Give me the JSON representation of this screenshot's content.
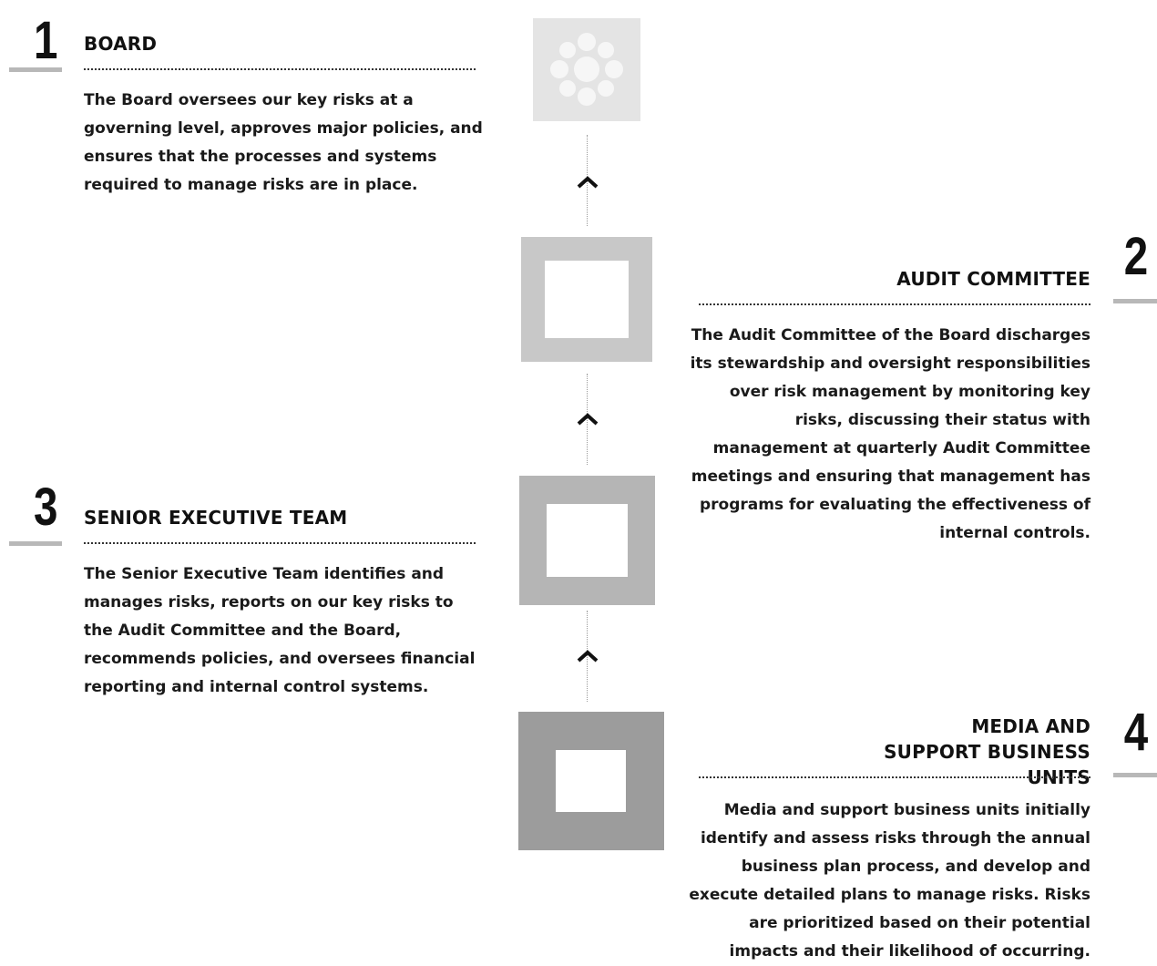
{
  "steps": [
    {
      "number": "1",
      "title": "BOARD",
      "body": "The Board oversees our key risks at a governing level, approves major policies, and ensures that the processes and systems required to manage risks are in place."
    },
    {
      "number": "2",
      "title": "AUDIT COMMITTEE",
      "body": "The Audit Committee of the Board discharges its stewardship and oversight responsibilities over risk management by monitoring key risks, discussing their status with management at quarterly Audit Committee meetings and ensuring that management has programs for evaluating the effectiveness of internal controls."
    },
    {
      "number": "3",
      "title": "SENIOR EXECUTIVE TEAM",
      "body": "The Senior Executive Team identifies and manages risks, reports on our key risks to the Audit Committee and the Board, recommends policies, and oversees financial reporting and internal control systems."
    },
    {
      "number": "4",
      "title": "MEDIA AND SUPPORT BUSINESS UNITS",
      "body": "Media and support business units initially identify and assess risks through the annual business plan process, and develop and execute detailed plans to manage risks. Risks are prioritized based on their potential impacts and their likelihood of occurring."
    }
  ],
  "icons": {
    "logo": "cbc-gem-logo-icon",
    "arrow": "chevron-up-icon"
  },
  "colors": {
    "logo_box": "#e4e4e4",
    "level_2_box": "#c8c8c8",
    "level_3_box": "#b5b5b5",
    "level_4_box": "#9c9c9c",
    "accent_bar": "#b8b8b8"
  }
}
